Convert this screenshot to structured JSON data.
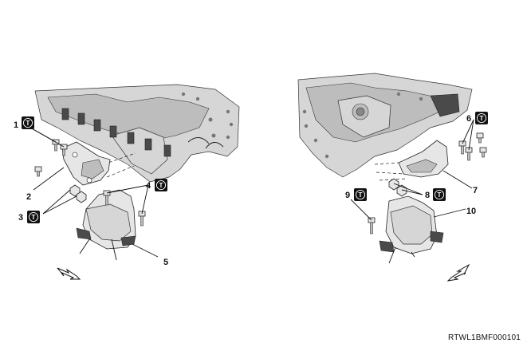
{
  "figure_code": "RTWL1BMF000101",
  "torque_symbol": "T",
  "callouts": [
    "1",
    "2",
    "3",
    "4",
    "5",
    "6",
    "7",
    "8",
    "9",
    "10"
  ]
}
